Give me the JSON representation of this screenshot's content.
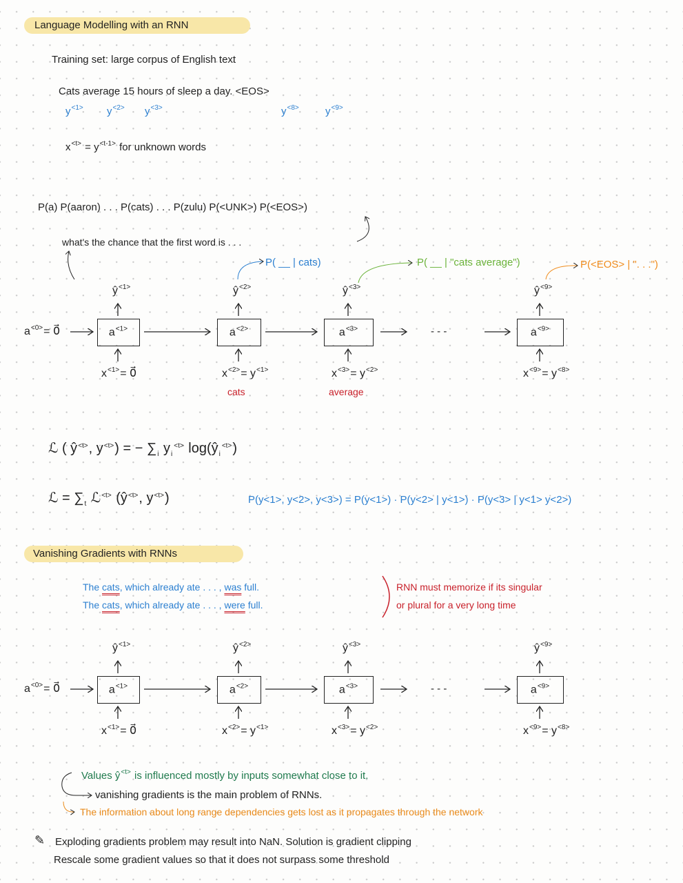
{
  "section1": {
    "title": "Language Modelling with an RNN",
    "training_set": "Training set: large corpus of English text",
    "sentence": "Cats average 15 hours of sleep a day. <EOS>",
    "token_labels": [
      {
        "base": "y",
        "sup": "<1>"
      },
      {
        "base": "y",
        "sup": "<2>"
      },
      {
        "base": "y",
        "sup": "<3>"
      },
      {
        "base": "y",
        "sup": "<8>"
      },
      {
        "base": "y",
        "sup": "<9>"
      }
    ],
    "unknown_rule": {
      "lhs": "x",
      "lhs_sup": "<t>",
      "mid": " = y",
      "mid_sup": "<t-1>",
      "rest": " for unknown words"
    },
    "vocab_probs": "P(a) P(aaron) . . . P(cats) . . . P(zulu) P(<UNK>) P(<EOS>)",
    "first_word_question": "what's the chance that the first word is . . .",
    "cond_prob_blue": "P( __ | cats)",
    "cond_prob_green": "P( __ | \"cats average\")",
    "cond_prob_orange": "P(<EOS> | \". . .\")"
  },
  "diagram1": {
    "initial": {
      "base": "a",
      "sup": "<0>",
      "rest": "= 0⃗"
    },
    "ellipsis": "- - -",
    "cells": [
      {
        "box": {
          "base": "a",
          "sup": "<1>"
        },
        "out": {
          "base": "ŷ",
          "sup": "<1>"
        },
        "in": {
          "lhs": "x",
          "lhs_sup": "<1>",
          "rhs": "= 0⃗",
          "rhs_sup": ""
        },
        "note": ""
      },
      {
        "box": {
          "base": "a",
          "sup": "<2>"
        },
        "out": {
          "base": "ŷ",
          "sup": "<2>"
        },
        "in": {
          "lhs": "x",
          "lhs_sup": "<2>",
          "rhs": "= y",
          "rhs_sup": "<1>"
        },
        "note": "cats"
      },
      {
        "box": {
          "base": "a",
          "sup": "<3>"
        },
        "out": {
          "base": "ŷ",
          "sup": "<3>"
        },
        "in": {
          "lhs": "x",
          "lhs_sup": "<3>",
          "rhs": "= y",
          "rhs_sup": "<2>"
        },
        "note": "average"
      },
      {
        "box": {
          "base": "a",
          "sup": "<9>"
        },
        "out": {
          "base": "ŷ",
          "sup": "<9>"
        },
        "in": {
          "lhs": "x",
          "lhs_sup": "<9>",
          "rhs": "= y",
          "rhs_sup": "<8>"
        },
        "note": ""
      }
    ]
  },
  "equations": {
    "loss_t": {
      "a": "ℒ ( ŷ",
      "a_sup": "<t>",
      "b": ", y",
      "b_sup": "<t>",
      "c": ") = − ∑",
      "c_sub": "i",
      "d": " y",
      "d_sub": "i",
      "d_sup": "<t>",
      "e": " log(ŷ",
      "e_sub": "i",
      "e_sup": "<t>",
      "f": ")"
    },
    "loss_total": {
      "a": "ℒ = ∑",
      "a_sub": "t",
      "b": " ℒ",
      "b_sup": "<t>",
      "c": " (ŷ",
      "c_sup": "<t>",
      "d": ", y",
      "d_sup": "<t>",
      "e": ")"
    },
    "joint_prob": "P(y<1>, y<2>, y<3>) = P(y<1>) · P(y<2> | y<1>) · P(y<3> | y<1> y<2>)"
  },
  "section2": {
    "title": "Vanishing Gradients with RNNs",
    "example1": {
      "a": "The ",
      "b": "cats",
      "c": ", which already ate . . . , ",
      "d": "was",
      "e": " full."
    },
    "example2": {
      "a": "The ",
      "b": "cats",
      "c": ", which already ate . . . , ",
      "d": "were",
      "e": " full."
    },
    "note_line1": "RNN must memorize if its singular",
    "note_line2": "or plural for a very long time"
  },
  "diagram2": {
    "initial": {
      "base": "a",
      "sup": "<0>",
      "rest": "= 0⃗"
    },
    "ellipsis": "- - -",
    "cells": [
      {
        "box": {
          "base": "a",
          "sup": "<1>"
        },
        "out": {
          "base": "ŷ",
          "sup": "<1>"
        },
        "in": {
          "lhs": "x",
          "lhs_sup": "<1>",
          "rhs": "= 0⃗",
          "rhs_sup": ""
        },
        "note": ""
      },
      {
        "box": {
          "base": "a",
          "sup": "<2>"
        },
        "out": {
          "base": "ŷ",
          "sup": "<2>"
        },
        "in": {
          "lhs": "x",
          "lhs_sup": "<2>",
          "rhs": "= y",
          "rhs_sup": "<1>"
        },
        "note": ""
      },
      {
        "box": {
          "base": "a",
          "sup": "<3>"
        },
        "out": {
          "base": "ŷ",
          "sup": "<3>"
        },
        "in": {
          "lhs": "x",
          "lhs_sup": "<3>",
          "rhs": "= y",
          "rhs_sup": "<2>"
        },
        "note": ""
      },
      {
        "box": {
          "base": "a",
          "sup": "<9>"
        },
        "out": {
          "base": "ŷ",
          "sup": "<9>"
        },
        "in": {
          "lhs": "x",
          "lhs_sup": "<9>",
          "rhs": "= y",
          "rhs_sup": "<8>"
        },
        "note": ""
      }
    ]
  },
  "notes": {
    "values": {
      "a": "Values ŷ",
      "sup": "<t>",
      "b": " is influenced mostly by inputs somewhat close to it."
    },
    "vanishing": "vanishing gradients is the main problem of RNNs.",
    "information": "The information about long range dependencies gets lost as it propagates through the network",
    "exploding": "Exploding gradients problem may result into NaN. Solution is gradient clipping",
    "rescale": "Rescale some gradient values so that it does not surpass some threshold"
  }
}
